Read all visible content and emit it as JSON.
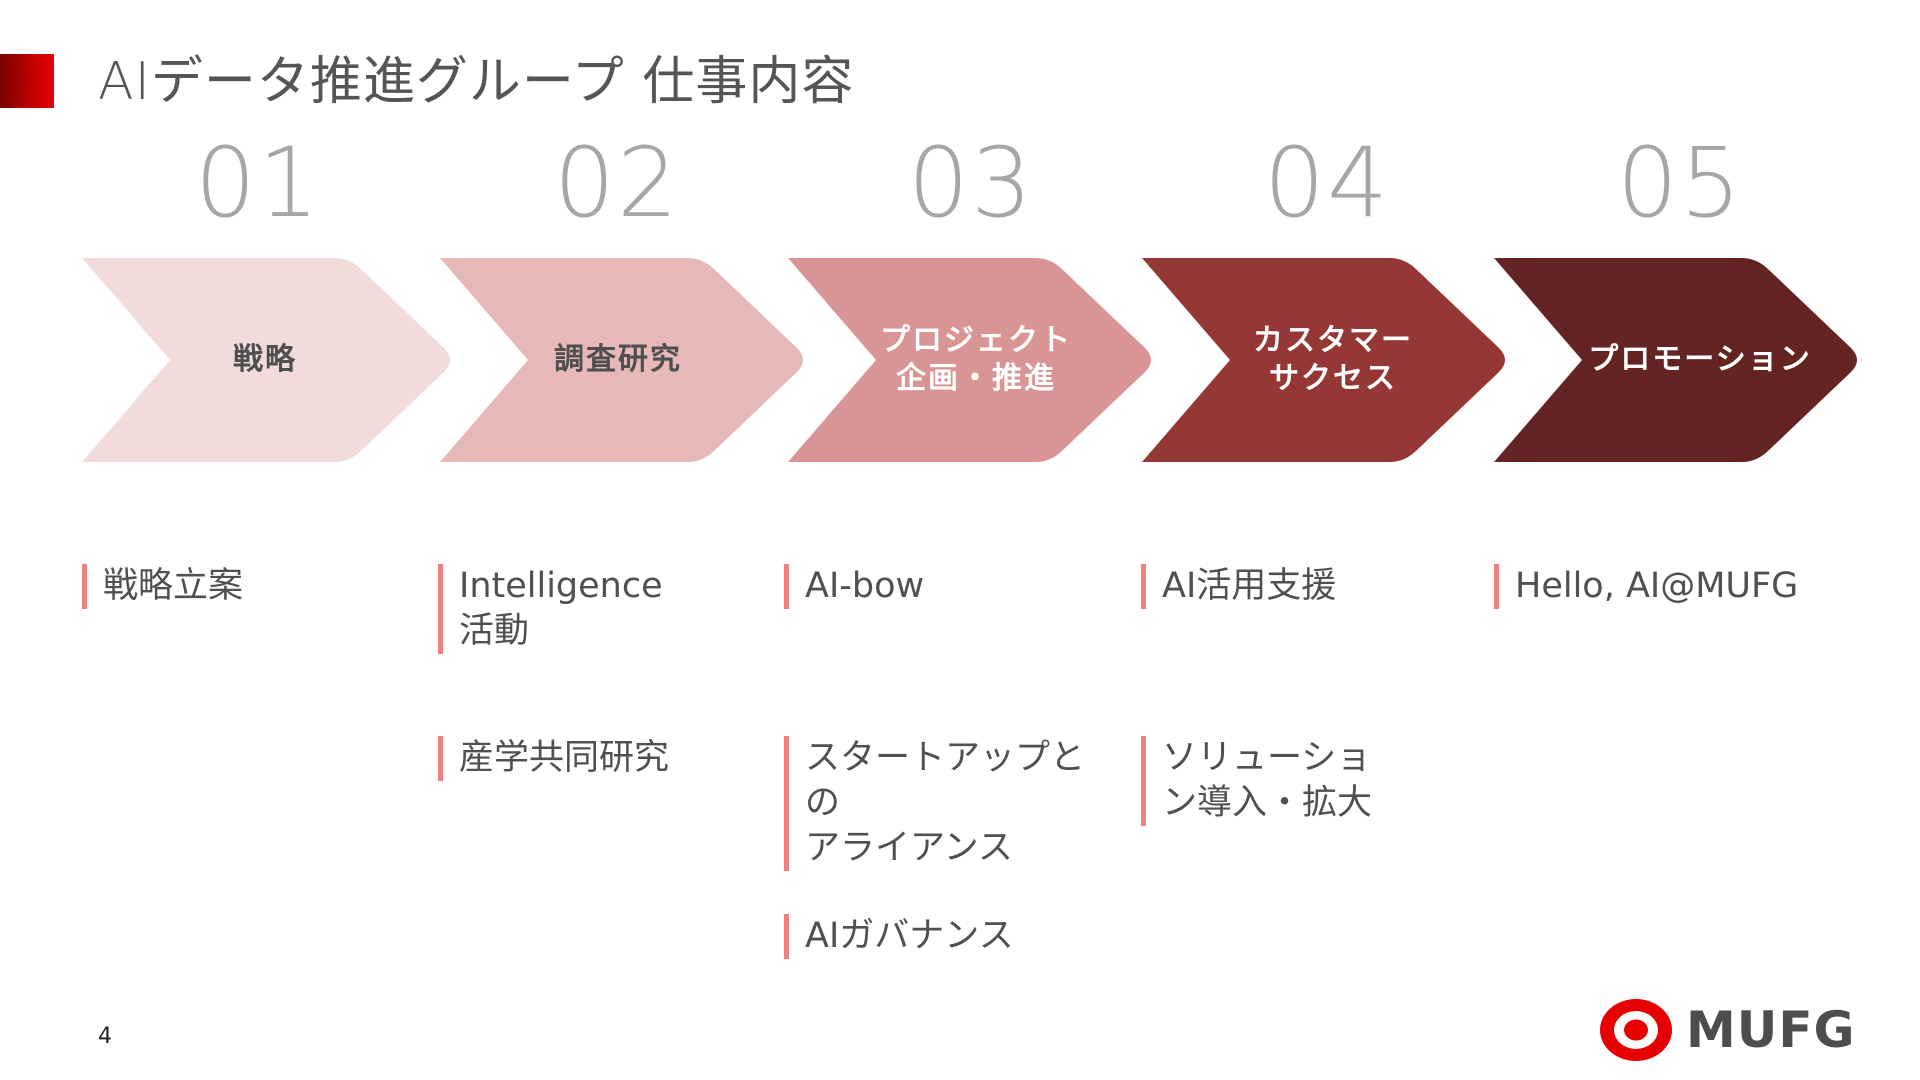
{
  "title": "AIデータ推進グループ 仕事内容",
  "page_number": "4",
  "logo": {
    "text": "MUFG",
    "accent_color": "#e60000"
  },
  "steps": [
    {
      "number": "01",
      "label": "戦略",
      "fill": "#f2dbdb",
      "text_color": "#4f4f4f"
    },
    {
      "number": "02",
      "label": "調査研究",
      "fill": "#e6b8b8",
      "text_color": "#4f4f4f"
    },
    {
      "number": "03",
      "label": "プロジェクト\n企画・推進",
      "fill": "#d99595",
      "text_color": "#ffffff"
    },
    {
      "number": "04",
      "label": "カスタマー\nサクセス",
      "fill": "#953735",
      "text_color": "#ffffff"
    },
    {
      "number": "05",
      "label": "プロモーション",
      "fill": "#632423",
      "text_color": "#ffffff"
    }
  ],
  "items": {
    "col1": [
      "戦略立案"
    ],
    "col2": [
      "Intelligence\n活動",
      "産学共同研究"
    ],
    "col3": [
      "AI-bow",
      "スタートアップと\nの\nアライアンス",
      "AIガバナンス"
    ],
    "col4": [
      "AI活用支援",
      "ソリューショ\nン導入・拡大"
    ],
    "col5": [
      "Hello, AI@MUFG"
    ]
  }
}
